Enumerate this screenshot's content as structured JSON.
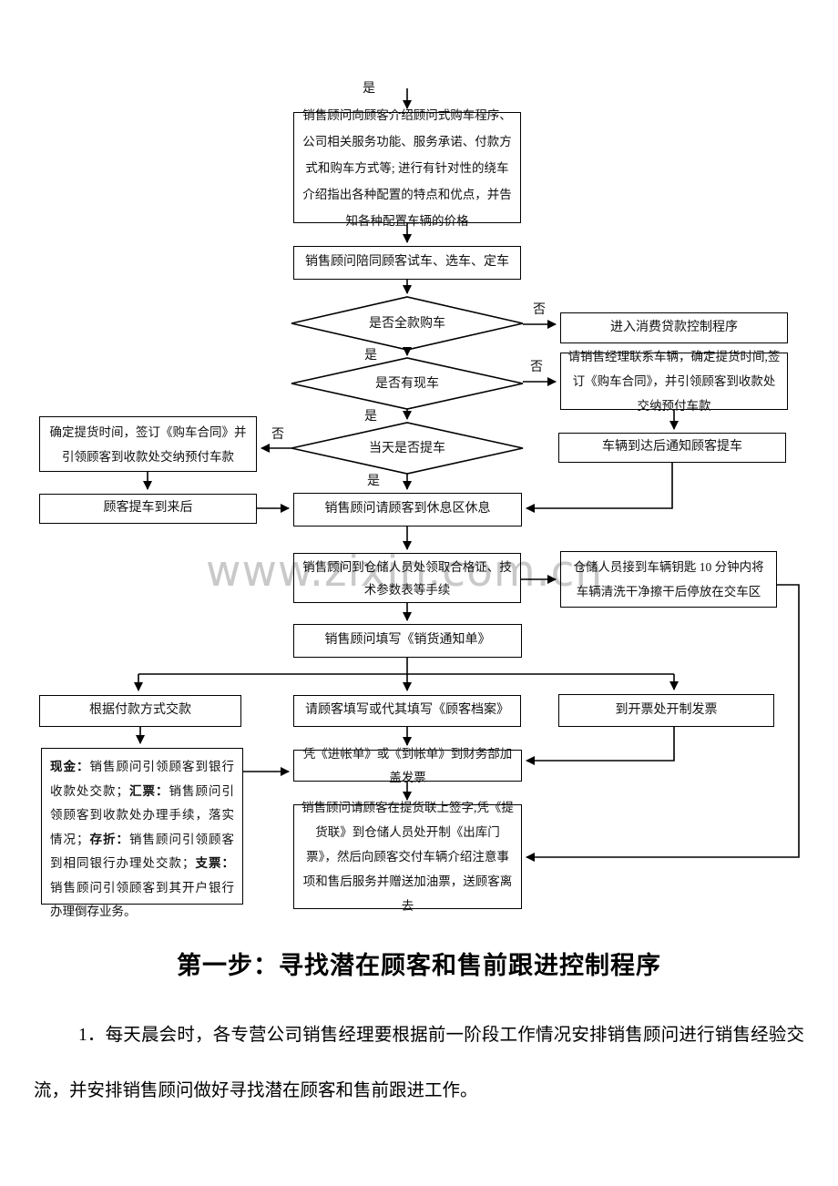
{
  "watermark": "www.zixin.com.cn",
  "colors": {
    "line": "#000000",
    "watermark_gray": "#c9c9c9",
    "text": "#111111"
  },
  "flowchart": {
    "nodes": {
      "intro": "销售顾问向顾客介绍顾问式购车程序、公司相关服务功能、服务承诺、付款方式和购车方式等; 进行有针对性的绕车介绍指出各种配置的特点和优点，并告知各种配置车辆的价格",
      "test_drive": "销售顾问陪同顾客试车、选车、定车",
      "d_full_payment": "是否全款购车",
      "loan_program": "进入消费贷款控制程序",
      "d_in_stock": "是否有现车",
      "contact_vehicle": "请销售经理联系车辆，确定提货时间,签订《购车合同》，并引领顾客到收款处交纳预付车款",
      "d_pickup_today": "当天是否提车",
      "confirm_time": "确定提货时间，签订《购车合同》并引领顾客到收款处交纳预付车款",
      "notify_pickup": "车辆到达后通知顾客提车",
      "customer_arrive": "顾客提车到来后",
      "rest_area": "销售顾问请顾客到休息区休息",
      "get_certificates": "销售顾问到仓储人员处领取合格证、技术参数表等手续",
      "wash_car": "仓储人员接到车辆钥匙 10 分钟内将车辆清洗干净擦干后停放在交车区",
      "fill_notice": "销售顾问填写《销货通知单》",
      "pay_by_method": "根据付款方式交款",
      "fill_profile": "请顾客填写或代其填写《顾客档案》",
      "make_invoice": "到开票处开制发票",
      "stamp_invoice": "凭《进帐单》或《到帐单》到财务部加盖发票",
      "delivery": "销售顾问请顾客在提货联上签字,凭《提货联》到仓储人员处开制《出库门票》，然后向顾客交付车辆介绍注意事项和售后服务并赠送加油票，送顾客离去"
    },
    "payment_detail_segments": [
      {
        "text": "现金：",
        "bold": true
      },
      {
        "text": "销售顾问引领顾客到银行收款处交款；",
        "bold": false
      },
      {
        "text": "汇票：",
        "bold": true
      },
      {
        "text": "销售顾问引领顾客到收款处办理手续，落实情况；",
        "bold": false
      },
      {
        "text": "存折：",
        "bold": true
      },
      {
        "text": "销售顾问引领顾客到相同银行办理处交款；",
        "bold": false
      },
      {
        "text": "支票：",
        "bold": true
      },
      {
        "text": "销售顾问引领顾客到其开户银行办理倒存业务。",
        "bold": false
      }
    ],
    "edge_labels": {
      "yes_top": "是",
      "no_full": "否",
      "yes_full": "是",
      "no_stock": "否",
      "yes_stock": "是",
      "no_today": "否",
      "yes_today": "是"
    }
  },
  "section": {
    "heading": "第一步：寻找潜在顾客和售前跟进控制程序",
    "paragraph": "1．每天晨会时，各专营公司销售经理要根据前一阶段工作情况安排销售顾问进行销售经验交流，并安排销售顾问做好寻找潜在顾客和售前跟进工作。"
  }
}
